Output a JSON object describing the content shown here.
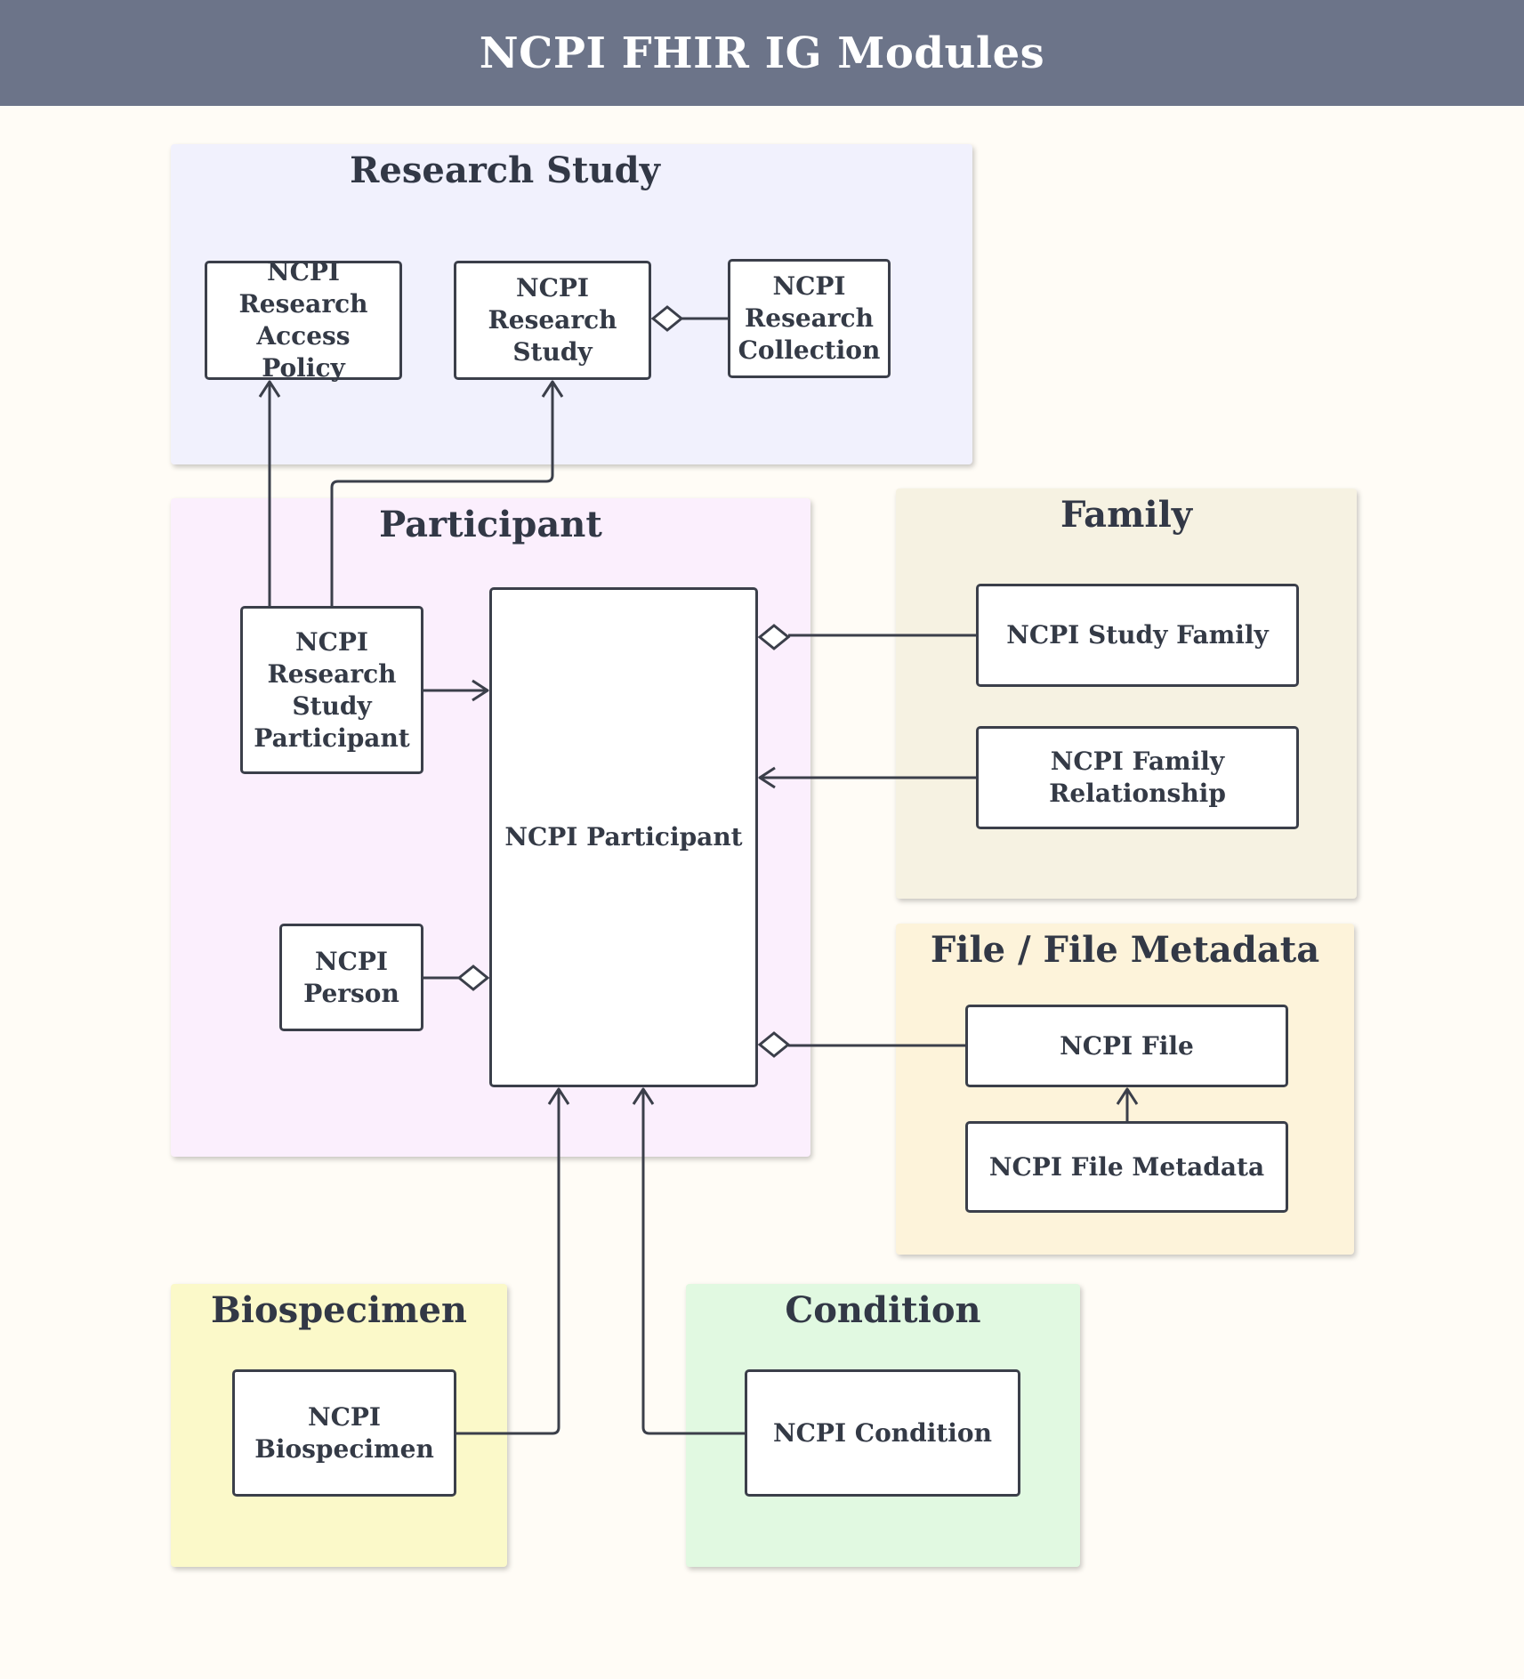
{
  "header": {
    "title": "NCPI FHIR IG Modules"
  },
  "colors": {
    "header": "#6c7489",
    "research_study": "#f1f1fd",
    "participant": "#fbeffd",
    "family": "#f6f2e2",
    "file": "#fdf3da",
    "biospecimen": "#fbf9c9",
    "condition": "#e1f9e1"
  },
  "groups": {
    "research_study": {
      "title": "Research Study"
    },
    "participant": {
      "title": "Participant"
    },
    "family": {
      "title": "Family"
    },
    "file": {
      "title": "File / File Metadata"
    },
    "biospecimen": {
      "title": "Biospecimen"
    },
    "condition": {
      "title": "Condition"
    }
  },
  "nodes": {
    "research_access_policy": [
      "NCPI",
      "Research",
      "Access Policy"
    ],
    "research_study": [
      "NCPI",
      "Research",
      "Study"
    ],
    "research_collection": [
      "NCPI",
      "Research",
      "Collection"
    ],
    "research_study_participant": [
      "NCPI",
      "Research",
      "Study",
      "Participant"
    ],
    "participant": "NCPI Participant",
    "person": [
      "NCPI",
      "Person"
    ],
    "study_family": "NCPI Study Family",
    "family_relationship": "NCPI Family Relationship",
    "file": "NCPI File",
    "file_metadata": "NCPI File Metadata",
    "biospecimen": [
      "NCPI",
      "Biospecimen"
    ],
    "condition": "NCPI Condition"
  }
}
